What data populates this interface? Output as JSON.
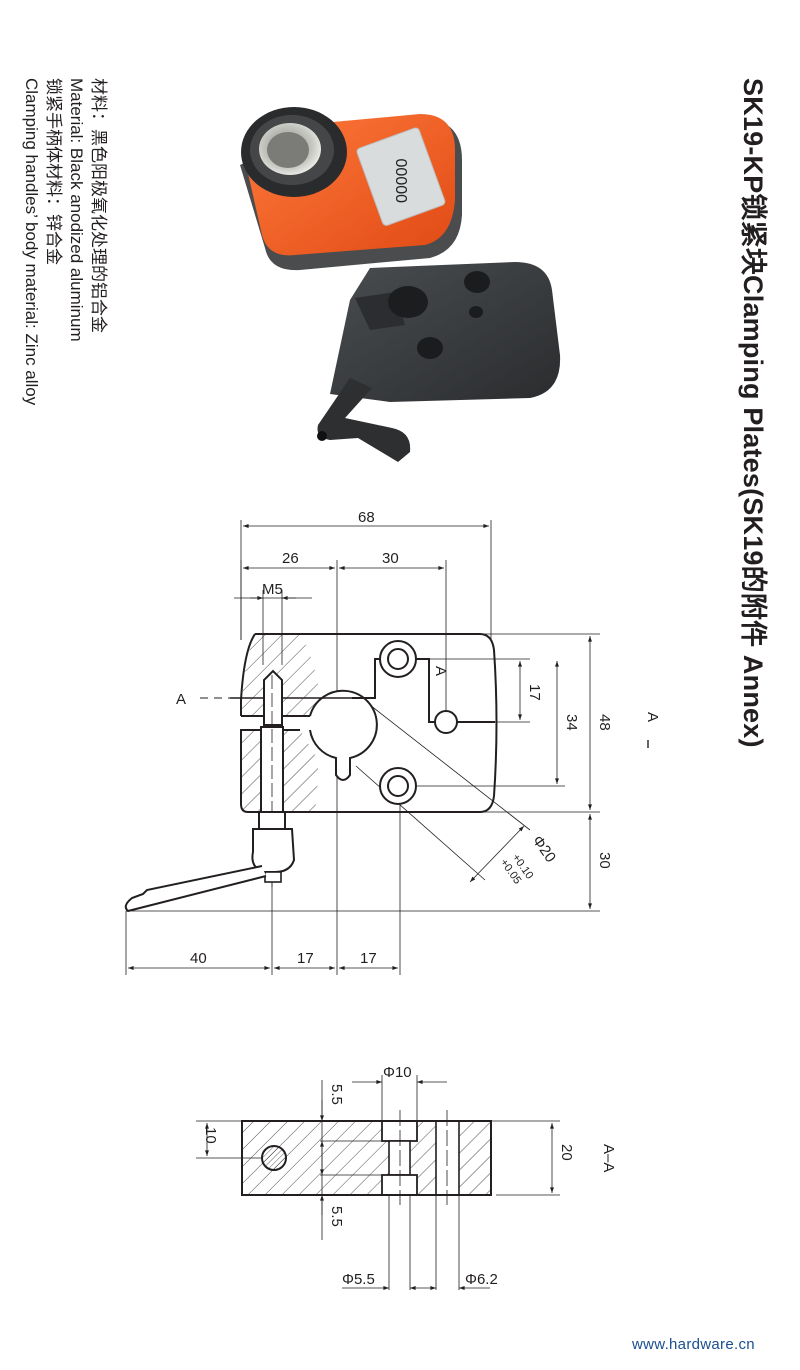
{
  "page": {
    "title": "SK19-KP锁紧块Clamping Plates(SK19的附件 Annex)",
    "materials": [
      "材料：黑色阳极氧化处理的铝合金",
      "Material: Black anodized aluminum",
      "锁紧手柄体材料：锌合金",
      "Clamping handles’ body material: Zinc alloy"
    ],
    "footer": "www.hardware.cn"
  },
  "product_photo": {
    "counter_display": "00000",
    "counter_color": "#f05a23",
    "plate_color": "#3a3d40"
  },
  "drawing_top_view": {
    "dimensions": {
      "overall_width": "68",
      "left_to_bore": "26",
      "bore_to_hole": "30",
      "thread": "M5",
      "hole_offset": "17",
      "hole_spacing": "34",
      "overall_height": "48",
      "handle_height": "30",
      "bore_diameter": "Φ20",
      "bore_tol_upper": "+0.10",
      "bore_tol_lower": "+0.05",
      "handle_length": "40",
      "handle_to_center": "17",
      "center_to_hole": "17"
    },
    "section_labels": {
      "left": "A",
      "inner": "A",
      "right": "A"
    }
  },
  "drawing_section_view": {
    "title": "A–A",
    "dimensions": {
      "counterbore": "Φ10",
      "cb_depth_top": "5.5",
      "cb_depth_bottom": "5.5",
      "pin_offset": "10",
      "thickness": "20",
      "through_hole": "Φ5.5",
      "slot_hole": "Φ6.2"
    }
  }
}
